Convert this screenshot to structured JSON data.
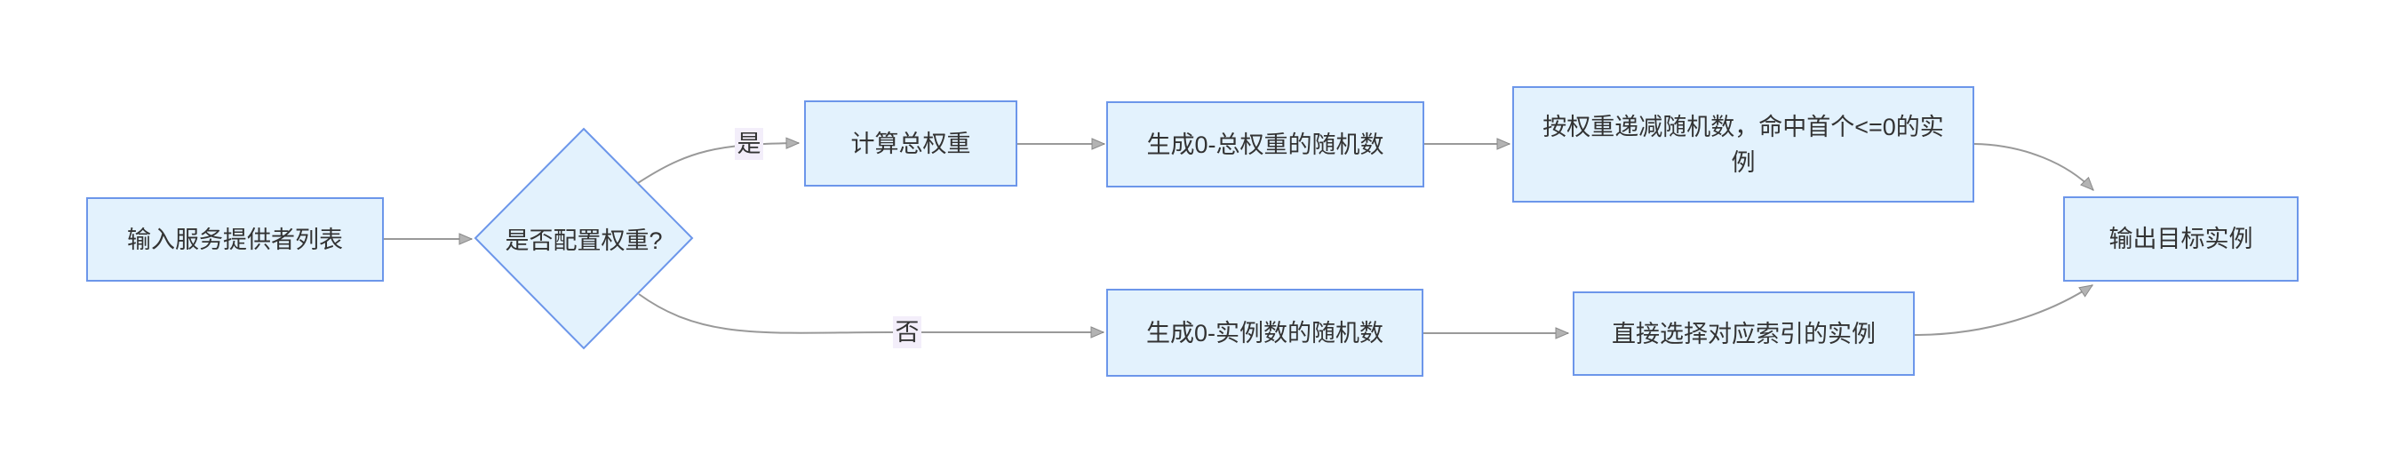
{
  "diagram": {
    "title": "weighted-random-selection-flowchart",
    "colors": {
      "canvas_bg": "#ffffff",
      "node_fill": "#e3f2fd",
      "node_border": "#6c96ea",
      "connector_color": "#999999",
      "arrowhead_fill": "#b3b3b3",
      "arrowhead_stroke": "#8a8a8a",
      "label_bg": "#f3eefa",
      "text_color": "#333333"
    },
    "nodes": {
      "input": {
        "label": "输入服务提供者列表",
        "shape": "rect"
      },
      "decision": {
        "label": "是否配置权重?",
        "shape": "diamond"
      },
      "calc_total_weight": {
        "label": "计算总权重",
        "shape": "rect"
      },
      "random_total_weight": {
        "label": "生成0-总权重的随机数",
        "shape": "rect"
      },
      "weight_decrement": {
        "label": "按权重递减随机数，命中首个<=0的实例",
        "shape": "rect"
      },
      "random_instance_count": {
        "label": "生成0-实例数的随机数",
        "shape": "rect"
      },
      "select_by_index": {
        "label": "直接选择对应索引的实例",
        "shape": "rect"
      },
      "output": {
        "label": "输出目标实例",
        "shape": "rect"
      }
    },
    "edge_labels": {
      "yes": "是",
      "no": "否"
    },
    "edges": [
      {
        "from": "input",
        "to": "decision"
      },
      {
        "from": "decision",
        "to": "calc_total_weight",
        "label": "是"
      },
      {
        "from": "calc_total_weight",
        "to": "random_total_weight"
      },
      {
        "from": "random_total_weight",
        "to": "weight_decrement"
      },
      {
        "from": "weight_decrement",
        "to": "output"
      },
      {
        "from": "decision",
        "to": "random_instance_count",
        "label": "否"
      },
      {
        "from": "random_instance_count",
        "to": "select_by_index"
      },
      {
        "from": "select_by_index",
        "to": "output"
      }
    ]
  }
}
